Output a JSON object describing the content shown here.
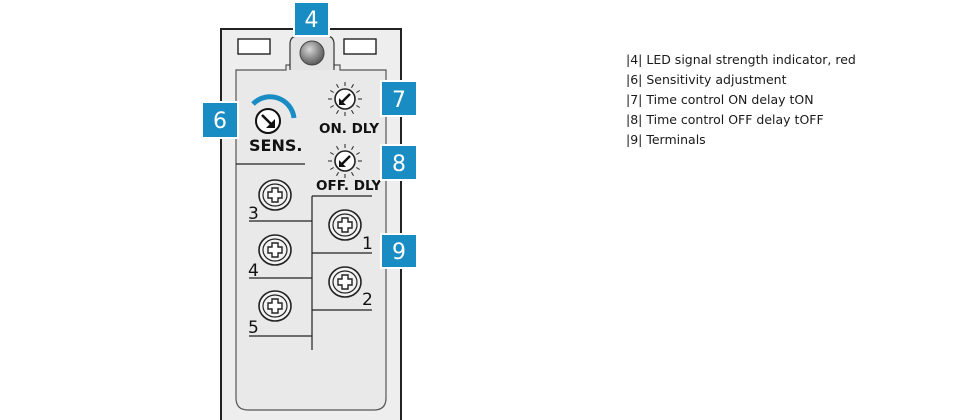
{
  "device": {
    "labels": {
      "sens": "SENS.",
      "on_dly": "ON. DLY",
      "off_dly": "OFF. DLY"
    },
    "terminals": [
      "3",
      "1",
      "4",
      "2",
      "5"
    ]
  },
  "callouts": [
    "4",
    "6",
    "7",
    "8",
    "9"
  ],
  "legend": [
    "|4| LED signal strength indicator, red",
    "|6| Sensitivity adjustment",
    "|7| Time control ON delay tON",
    "|8| Time control OFF delay tOFF",
    "|9| Terminals"
  ],
  "colors": {
    "callout_blue": "#1a8cc4",
    "housing": "#eeeeee",
    "inner_panel": "#e9e9e9",
    "led": "#7a7a7a"
  }
}
